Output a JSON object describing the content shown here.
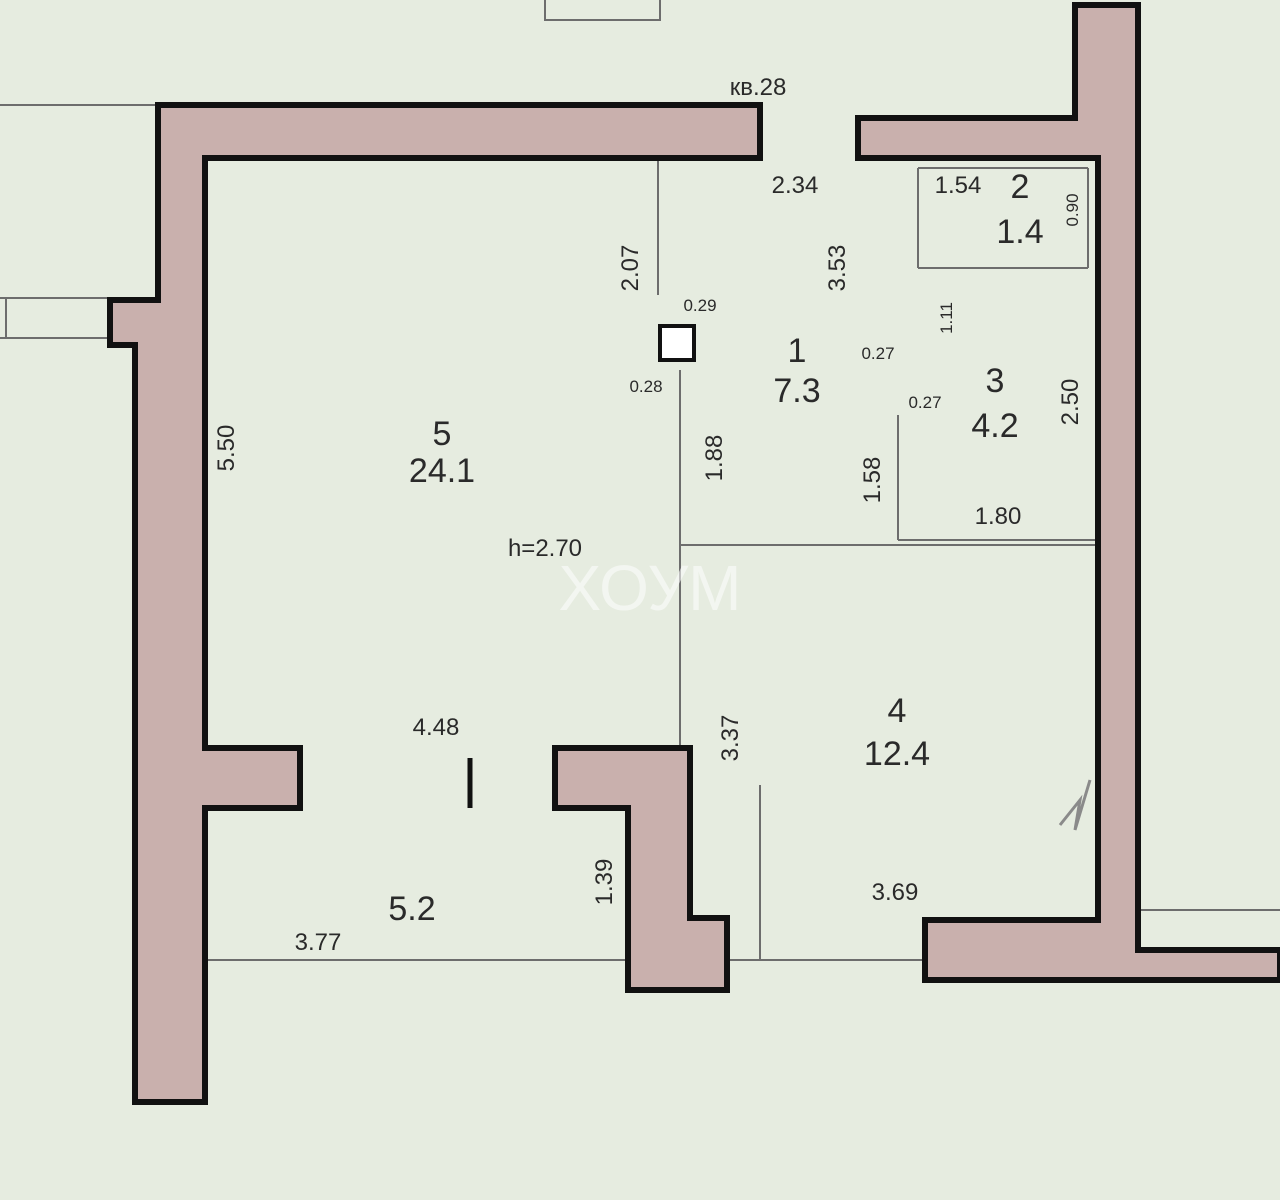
{
  "plan": {
    "neighbor_label": "кв.28",
    "rooms": [
      {
        "number": "1",
        "area": "7.3"
      },
      {
        "number": "2",
        "area": "1.4"
      },
      {
        "number": "3",
        "area": "4.2"
      },
      {
        "number": "4",
        "area": "12.4"
      },
      {
        "number": "5",
        "area": "24.1"
      },
      {
        "area": "5.2"
      }
    ],
    "dimensions": {
      "d_2_34": "2.34",
      "d_2_07": "2.07",
      "d_3_53": "3.53",
      "d_1_54": "1.54",
      "d_0_90": "0.90",
      "d_0_29": "0.29",
      "d_0_28": "0.28",
      "d_0_27a": "0.27",
      "d_0_27b": "0.27",
      "d_1_11": "1.11",
      "d_2_50": "2.50",
      "d_5_50": "5.50",
      "d_1_88": "1.88",
      "d_1_58": "1.58",
      "d_1_80": "1.80",
      "d_4_48": "4.48",
      "d_3_37": "3.37",
      "d_1_39": "1.39",
      "d_3_77": "3.77",
      "d_3_69": "3.69"
    },
    "ceiling_height": "h=2.70",
    "watermark": "ХОУМ"
  }
}
